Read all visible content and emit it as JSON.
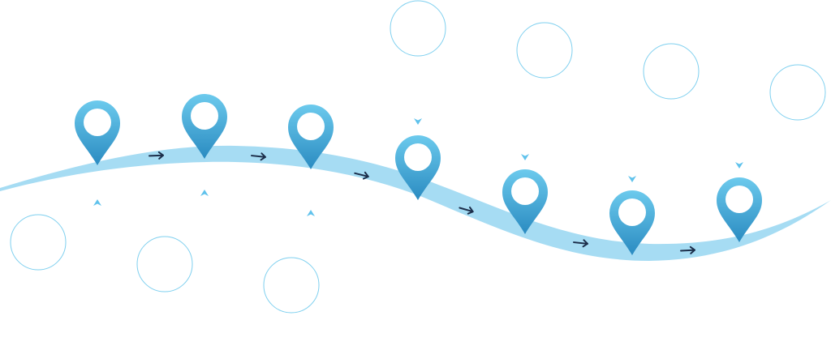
{
  "diagram": {
    "type": "roadmap-timeline",
    "milestone_count": 7,
    "colors": {
      "road": "#a6dcf3",
      "pin_light": "#6ccaed",
      "pin_dark": "#2a8bc1",
      "pin_hole": "#ffffff",
      "arrow": "#1c2e4a",
      "marker": "#5fc2ec",
      "circle_outline": "#7fd0ef",
      "background": "#ffffff"
    },
    "icons": {
      "milestone": "map-pin-icon",
      "direction": "right-arrow-icon",
      "pointer_up": "triangle-up-icon",
      "pointer_down": "triangle-down-icon",
      "label_placeholder": "empty-circle"
    }
  }
}
